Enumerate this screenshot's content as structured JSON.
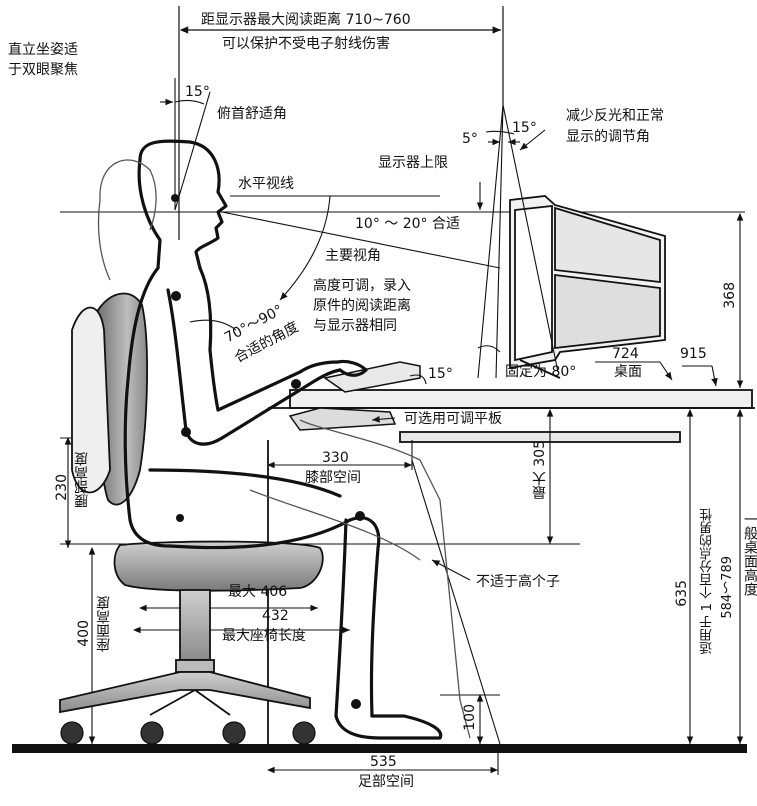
{
  "labels": {
    "max_read_dist_1": "距显示器最大阅读距离 710~760",
    "max_read_dist_2": "可以保护不受电子射线伤害",
    "upright_1": "直立坐姿适",
    "upright_2": "于双眼聚焦",
    "angle_15_head": "15°",
    "head_tilt": "俯首舒适角",
    "angle_5": "5°",
    "angle_15_mon": "15°",
    "reduce_glare_1": "减少反光和正常",
    "reduce_glare_2": "显示的调节角",
    "monitor_upper": "显示器上限",
    "horizontal_sight": "水平视线",
    "sight_range": "10° ～ 20° 合适",
    "main_view_angle": "主要视角",
    "adjustable_1": "高度可调，录入",
    "adjustable_2": "原件的阅读距离",
    "adjustable_3": "与显示器相同",
    "elbow_angle_1": "70°～90°",
    "elbow_angle_2": "合适的角度",
    "angle_15_wrist": "15°",
    "fixed_80": "固定为 80°",
    "val_724": "724",
    "desk_surface": "桌面",
    "val_915": "915",
    "val_368": "368",
    "optional_board": "可选用可调平板",
    "val_330": "330",
    "knee_space": "膝部空间",
    "max_305": "最大 305",
    "val_230": "230",
    "lumbar_height": "腰部高度",
    "max_406": "最大 406",
    "val_432": "432",
    "max_seat_length": "最大座椅长度",
    "not_tall": "不适于高个子",
    "val_400": "400",
    "seat_height": "座面高度",
    "val_635": "635",
    "male_range_1": "适用于 1 个百分点的男性",
    "male_range_2": "584～789",
    "desk_height": "一般桌面高度",
    "val_100": "100",
    "val_535": "535",
    "foot_space": "足部空间"
  },
  "colors": {
    "ink": "#111111",
    "shade": "#9a9a9a",
    "light": "#d9d9d9"
  }
}
